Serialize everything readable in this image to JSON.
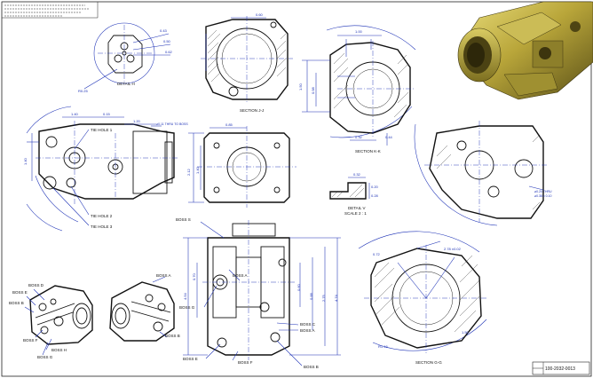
{
  "title_block": {
    "notes_lines": [
      "",
      "",
      "",
      ""
    ],
    "drawing_number": "100-2032-0013"
  },
  "views": {
    "detail_h": "DETAIL H",
    "section_jj": "SECTION J-J",
    "section_kk": "SECTION K-K",
    "detail_v": "DETAIL V",
    "detail_v_scale": "SCALE 2 : 1",
    "section_gg": "SECTION G-G"
  },
  "callouts": {
    "tie_hole_1": "TIE HOLE 1",
    "tie_hole_2": "TIE HOLE 2",
    "tie_hole_3": "TIE HOLE 3",
    "boss_a": "BOSS A",
    "boss_a2": "BOSS A",
    "boss_b": "BOSS B",
    "boss_b2": "BOSS B",
    "boss_c": "BOSS C",
    "boss_d": "BOSS D",
    "boss_e": "BOSS E",
    "boss_e2": "BOSS E",
    "boss_f": "BOSS F",
    "boss_f2": "BOSS F",
    "boss_g": "BOSS G",
    "boss_g2": "BOSS G",
    "boss_h": "BOSS H",
    "boss_s": "BOSS S"
  },
  "colors": {
    "dimension": "#1a2fb5",
    "line": "#111111",
    "render_body": "#b9a63a",
    "render_dark": "#5b5118"
  }
}
